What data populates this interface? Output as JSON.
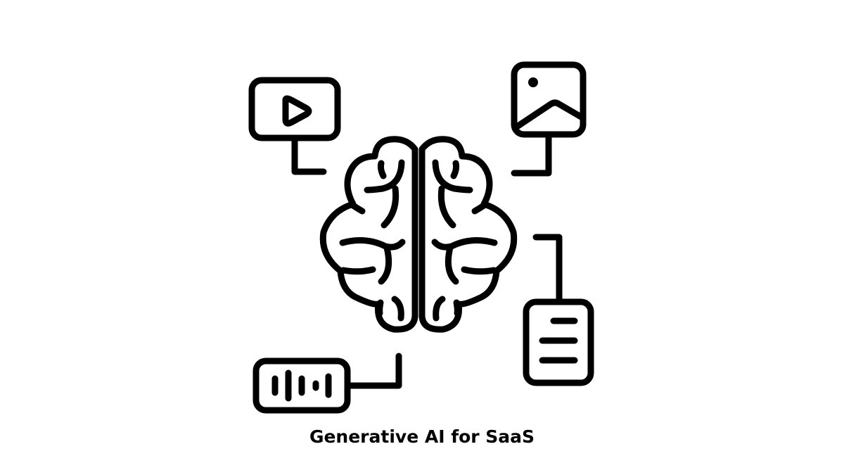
{
  "diagram": {
    "caption": "Generative AI for SaaS",
    "center_node": {
      "icon": "brain-icon",
      "label": "AI brain"
    },
    "nodes": [
      {
        "icon": "video-play-icon",
        "position": "top-left",
        "connector": "to-brain"
      },
      {
        "icon": "image-icon",
        "position": "top-right",
        "connector": "to-brain"
      },
      {
        "icon": "document-icon",
        "position": "right",
        "connector": "to-brain"
      },
      {
        "icon": "audio-waveform-icon",
        "position": "bottom-left",
        "connector": "to-brain"
      }
    ],
    "colors": {
      "stroke": "#000000",
      "background": "#ffffff"
    }
  }
}
